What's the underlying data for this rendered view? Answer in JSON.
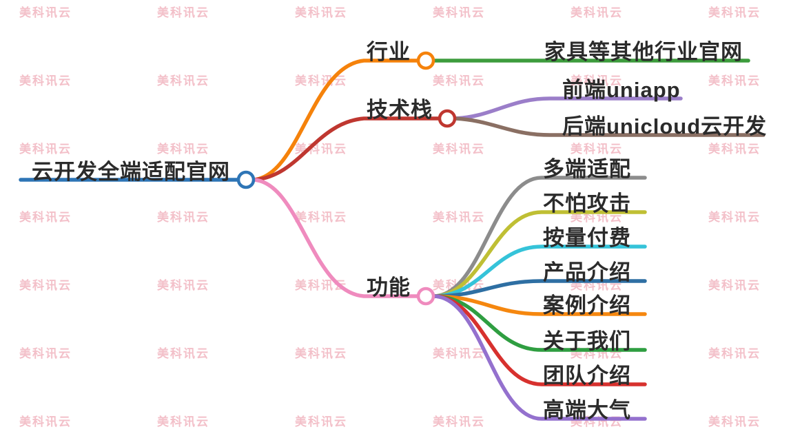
{
  "watermark": {
    "text": "美科讯云"
  },
  "root": {
    "label": "云开发全端适配官网",
    "color": "#2e75b6"
  },
  "branches": [
    {
      "label": "行业",
      "color": "#f5820b",
      "children": [
        {
          "label": "家具等其他行业官网",
          "color": "#3d9c3d"
        }
      ]
    },
    {
      "label": "技术栈",
      "color": "#bf3730",
      "children": [
        {
          "label": "前端uniapp",
          "color": "#9b7ec9"
        },
        {
          "label": "后端unicloud云开发",
          "color": "#8a6f63"
        }
      ]
    },
    {
      "label": "功能",
      "color": "#ef8bbe",
      "children": [
        {
          "label": "多端适配",
          "color": "#8c8c8c"
        },
        {
          "label": "不怕攻击",
          "color": "#bfbf34"
        },
        {
          "label": "按量付费",
          "color": "#35c3d9"
        },
        {
          "label": "产品介绍",
          "color": "#2e6fa3"
        },
        {
          "label": "案例介绍",
          "color": "#f5870f"
        },
        {
          "label": "关于我们",
          "color": "#2f9e41"
        },
        {
          "label": "团队介绍",
          "color": "#d7312e"
        },
        {
          "label": "高端大气",
          "color": "#9471ce"
        }
      ]
    }
  ]
}
